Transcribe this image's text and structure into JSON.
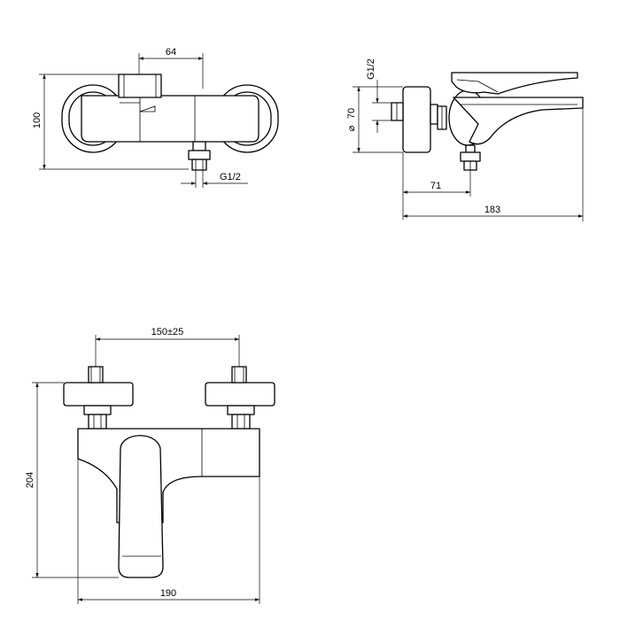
{
  "dimensions": {
    "top_width": "64",
    "top_height": "100",
    "top_thread": "G1/2",
    "side_thread": "G1/2",
    "side_diameter": "70",
    "side_offset": "71",
    "side_length": "183",
    "front_spacing": "150±25",
    "front_height": "204",
    "front_width": "190"
  },
  "symbols": {
    "diameter": "⌀"
  }
}
